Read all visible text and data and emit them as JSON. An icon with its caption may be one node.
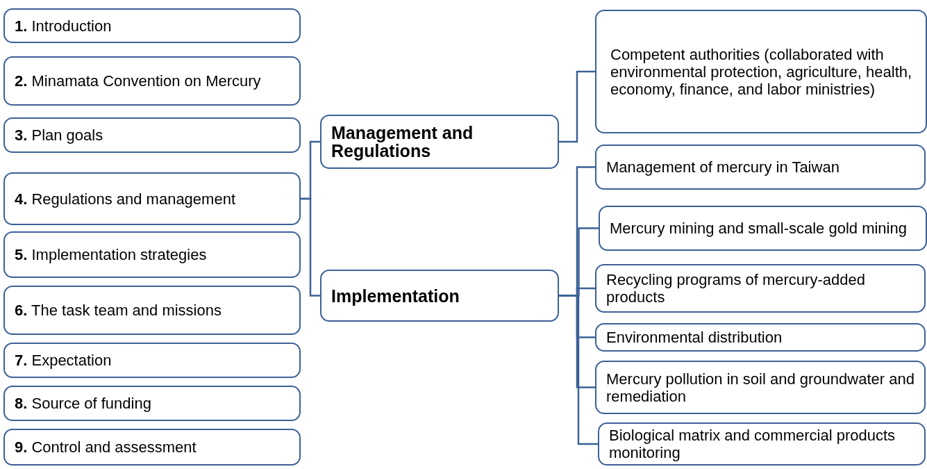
{
  "diagram": {
    "nodes": [
      {
        "text": [
          "**1.** Introduction"
        ]
      },
      {
        "text": [
          "**2.** Minamata Convention on Mercury"
        ]
      },
      {
        "text": [
          "**3.** Plan goals"
        ]
      },
      {
        "text": [
          "**4.** Regulations and management"
        ]
      },
      {
        "text": [
          "**5.** Implementation strategies"
        ]
      },
      {
        "text": [
          "**6.** The task team and missions"
        ]
      },
      {
        "text": [
          "**7.** Expectation"
        ]
      },
      {
        "text": [
          "**8.** Source of funding"
        ]
      },
      {
        "text": [
          "**9.** Control and assessment"
        ]
      },
      {
        "text": [
          "Management and Regulations"
        ]
      },
      {
        "text": [
          "Competent authorities (collaborated with environmental protection, agriculture, health, economy, finance, and labor ministries)"
        ]
      },
      {
        "text": [
          "Implementation"
        ]
      },
      {
        "text": [
          "Management of mercury in Taiwan"
        ]
      },
      {
        "text": [
          "Mercury mining and small-scale gold mining"
        ]
      },
      {
        "text": [
          "Recycling programs of mercury-added products"
        ]
      },
      {
        "text": [
          "Environmental distribution"
        ]
      },
      {
        "text": [
          "Mercury pollution in soil and groundwater and remediation"
        ]
      },
      {
        "text": [
          "Biological matrix and commercial products monitoring"
        ]
      }
    ],
    "edges": [
      {
        "from": 3,
        "to": 9,
        "arrow": "none"
      },
      {
        "from": 3,
        "to": 11,
        "arrow": "none"
      },
      {
        "from": 9,
        "to": 10,
        "arrow": "none"
      },
      {
        "from": 11,
        "to": 12,
        "arrow": "none"
      },
      {
        "from": 11,
        "to": 13,
        "arrow": "none"
      },
      {
        "from": 11,
        "to": 14,
        "arrow": "none"
      },
      {
        "from": 11,
        "to": 15,
        "arrow": "none"
      },
      {
        "from": 11,
        "to": 16,
        "arrow": "none"
      },
      {
        "from": 11,
        "to": 17,
        "arrow": "none"
      }
    ]
  }
}
